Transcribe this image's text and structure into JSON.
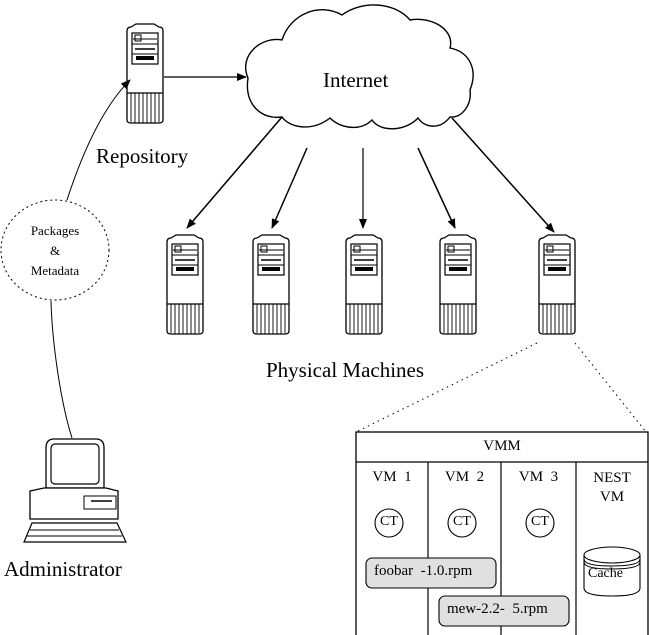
{
  "labels": {
    "internet": "Internet",
    "repository": "Repository",
    "physical_machines": "Physical Machines",
    "administrator": "Administrator",
    "packages_line1": "Packages",
    "packages_line2": "&",
    "packages_line3": "Metadata"
  },
  "vmm": {
    "title": "VMM",
    "columns": [
      {
        "label": "VM  1",
        "has_ct": true
      },
      {
        "label": "VM  2",
        "has_ct": true
      },
      {
        "label": "VM  3",
        "has_ct": true
      },
      {
        "label_line1": "NEST",
        "label_line2": "VM",
        "has_ct": false
      }
    ],
    "ct_label": "CT",
    "cache_label": "Cache",
    "packages": [
      {
        "name": "foobar  -1.0.rpm"
      },
      {
        "name": "mew-2.2-  5.rpm"
      }
    ],
    "package_fill": "#e0e0e0"
  },
  "physical_machine_count": 5
}
